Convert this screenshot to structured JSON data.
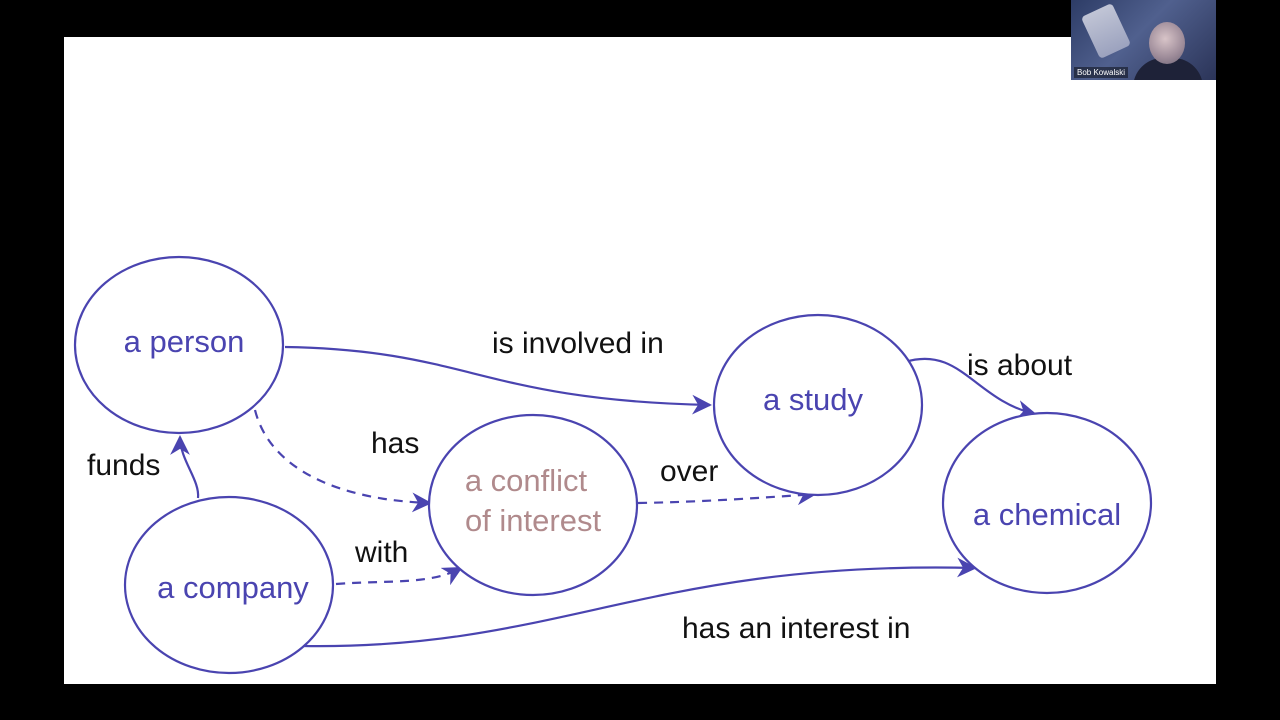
{
  "colors": {
    "background": "#000000",
    "slide": "#ffffff",
    "node": "#4a44b0",
    "edge": "#4a44b0",
    "accent_node": "#b08a8c",
    "label": "#111111"
  },
  "webcam": {
    "participant_name": "Bob Kowalski"
  },
  "diagram": {
    "nodes": {
      "person": {
        "label": "a person"
      },
      "study": {
        "label": "a study"
      },
      "conflict": {
        "line1": "a conflict",
        "line2": "of interest"
      },
      "chemical": {
        "label": "a chemical"
      },
      "company": {
        "label": "a company"
      }
    },
    "edges": {
      "is_involved_in": {
        "label": "is involved in",
        "style": "solid"
      },
      "is_about": {
        "label": "is about",
        "style": "solid"
      },
      "has": {
        "label": "has",
        "style": "dashed"
      },
      "over": {
        "label": "over",
        "style": "dashed"
      },
      "funds": {
        "label": "funds",
        "style": "solid"
      },
      "with": {
        "label": "with",
        "style": "dashed"
      },
      "has_an_interest_in": {
        "label": "has an interest in",
        "style": "solid"
      }
    }
  }
}
